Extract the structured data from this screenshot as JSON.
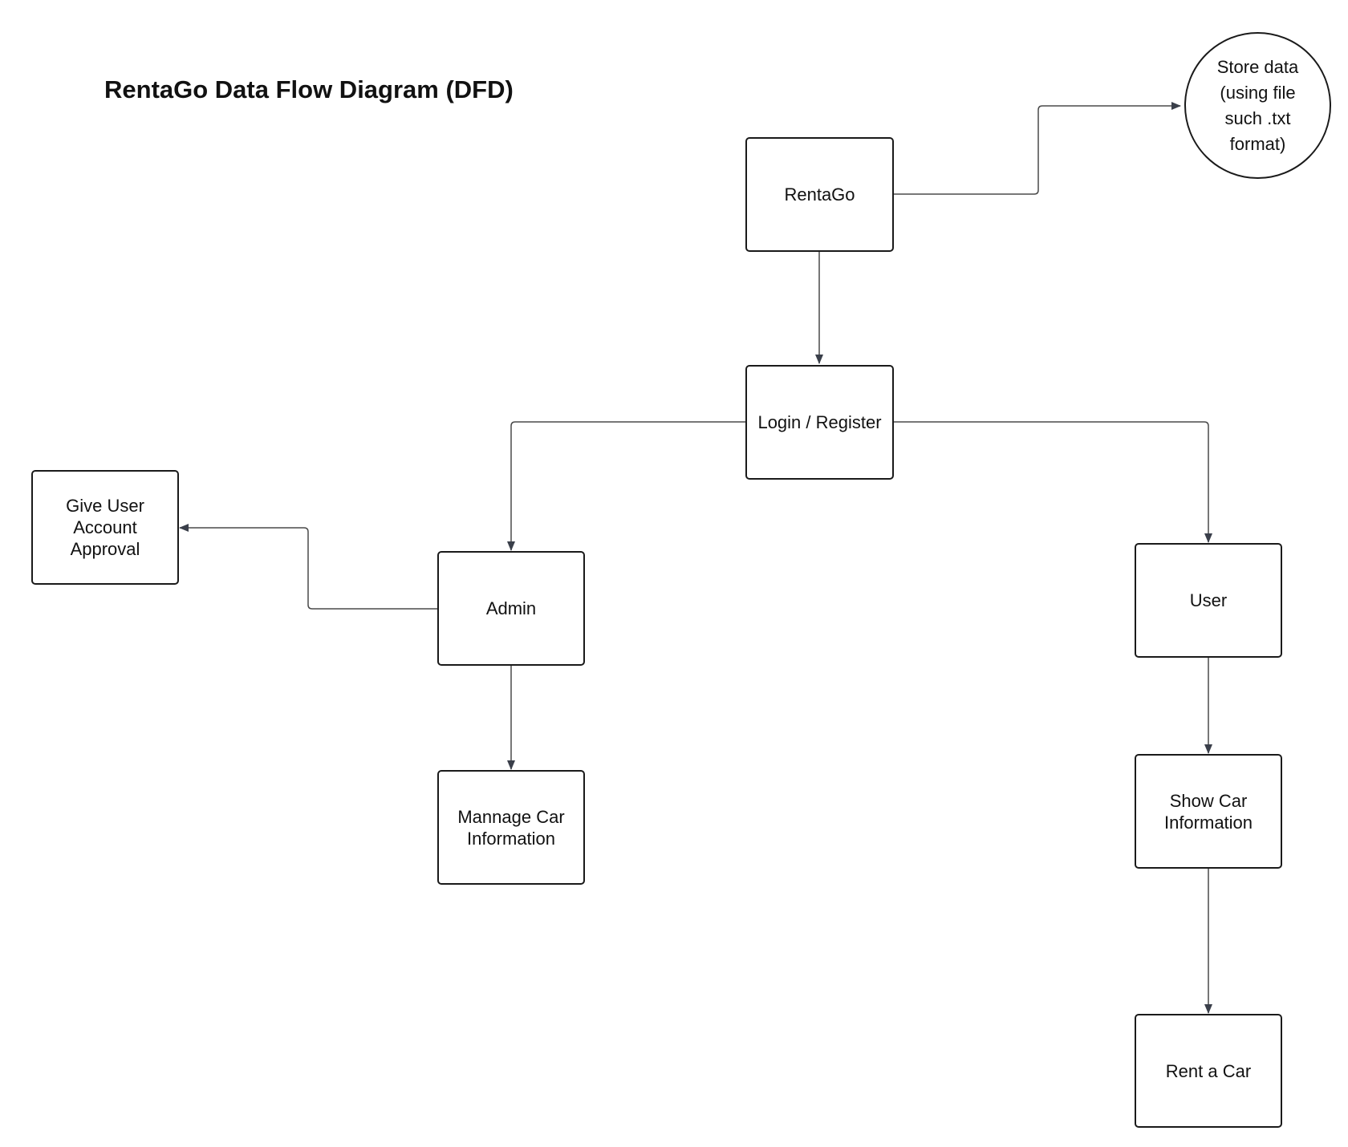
{
  "title": "RentaGo Data Flow Diagram (DFD)",
  "colors": {
    "node_border": "#1a1a1a",
    "connector": "#4a4a4a",
    "arrowhead": "#3a3f4a",
    "background": "#ffffff"
  },
  "nodes": {
    "rentago": "RentaGo",
    "store": "Store data (using file such .txt format)",
    "login": "Login / Register",
    "admin": "Admin",
    "approval": "Give User Account Approval",
    "manage": "Mannage Car Information",
    "user": "User",
    "show": "Show Car Information",
    "rent": "Rent a Car"
  }
}
